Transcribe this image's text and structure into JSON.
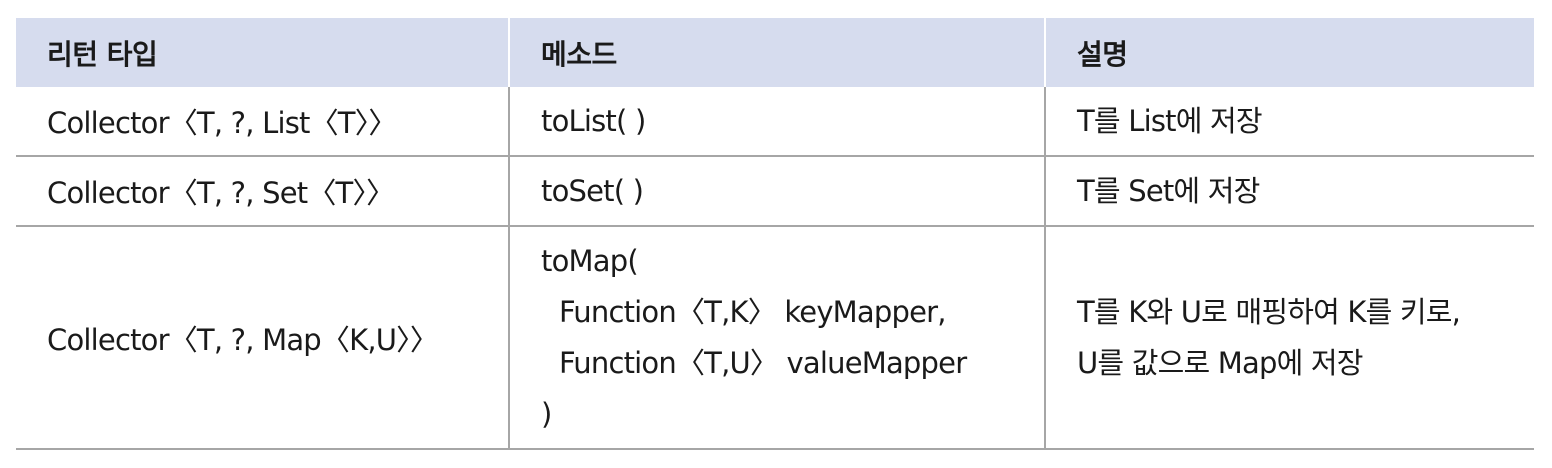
{
  "table": {
    "headers": [
      "리턴 타입",
      "메소드",
      "설명"
    ],
    "rows": [
      {
        "return_type": "Collector〈T, ?, List〈T〉〉",
        "method_lines": [
          "toList( )"
        ],
        "description_lines": [
          "T를 List에 저장"
        ]
      },
      {
        "return_type": "Collector〈T, ?, Set〈T〉〉",
        "method_lines": [
          "toSet( )"
        ],
        "description_lines": [
          "T를 Set에 저장"
        ]
      },
      {
        "return_type": "Collector〈T, ?, Map〈K,U〉〉",
        "method_lines": [
          "toMap(",
          "Function〈T,K〉 keyMapper,",
          "Function〈T,U〉 valueMapper",
          ")"
        ],
        "description_lines": [
          "T를 K와 U로 매핑하여 K를 키로,",
          "U를 값으로 Map에 저장"
        ]
      }
    ]
  },
  "colors": {
    "header_bg": "#d6dcee",
    "grid_line": "#a6a6a6",
    "text": "#1a1a1a"
  }
}
